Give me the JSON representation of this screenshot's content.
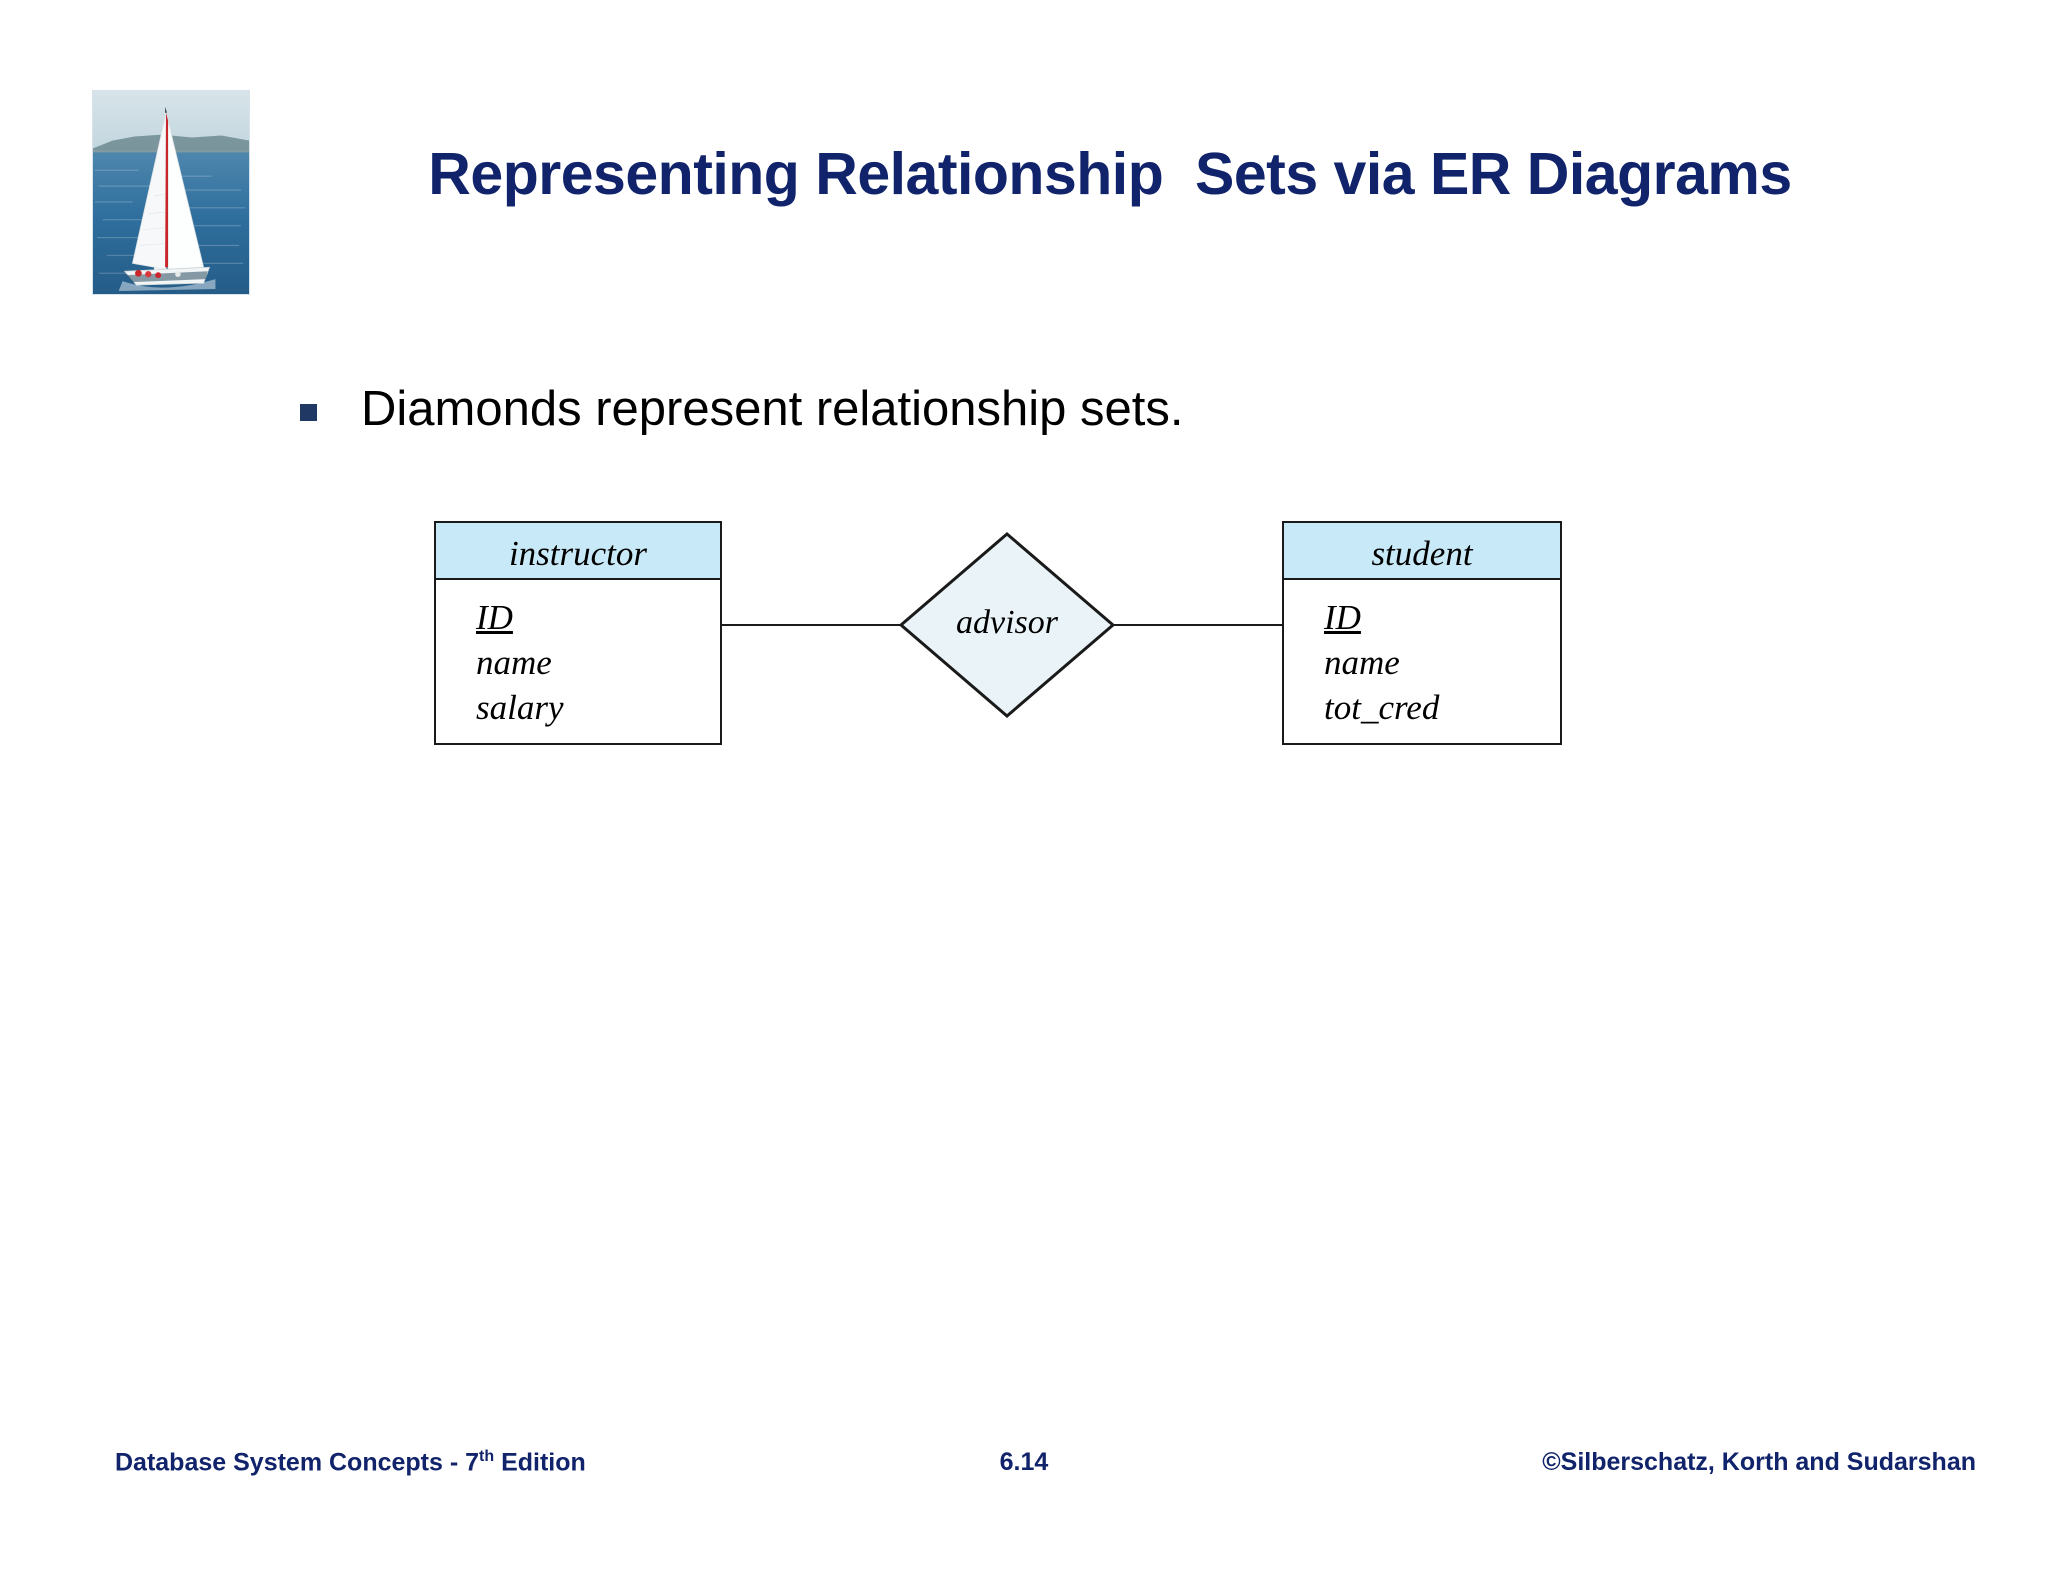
{
  "slide": {
    "title": "Representing Relationship  Sets via ER Diagrams",
    "background_color": "#ffffff",
    "accent_color": "#11246b"
  },
  "logo": {
    "name": "sailboat-photo",
    "description": "Sailboat on blue sea with white sails and red mast stripe",
    "colors": {
      "sky": "#cfe0e8",
      "hills": "#6d8a90",
      "sea": "#2f6f9e",
      "sail": "#f4f6f7",
      "mast_stripe": "#c9262c"
    }
  },
  "bullets": [
    {
      "marker": "square-bullet",
      "text": "Diamonds represent relationship sets."
    }
  ],
  "er_diagram": {
    "entities": [
      {
        "name": "instructor",
        "header_color": "#c8e9f7",
        "attributes": [
          {
            "label": "ID",
            "is_key": true
          },
          {
            "label": "name",
            "is_key": false
          },
          {
            "label": "salary",
            "is_key": false
          }
        ]
      },
      {
        "name": "student",
        "header_color": "#c8e9f7",
        "attributes": [
          {
            "label": "ID",
            "is_key": true
          },
          {
            "label": "name",
            "is_key": false
          },
          {
            "label": "tot_cred",
            "is_key": false
          }
        ]
      }
    ],
    "relationship": {
      "name": "advisor",
      "shape": "diamond",
      "fill_color": "#eaf4f8",
      "stroke_color": "#1a1a1a"
    },
    "connectors": [
      {
        "from": "instructor",
        "to": "advisor"
      },
      {
        "from": "advisor",
        "to": "student"
      }
    ]
  },
  "footer": {
    "left": "Database System Concepts - 7",
    "left_sup": "th",
    "left_suffix": " Edition",
    "page": "6.14",
    "right": "©Silberschatz, Korth and Sudarshan"
  }
}
